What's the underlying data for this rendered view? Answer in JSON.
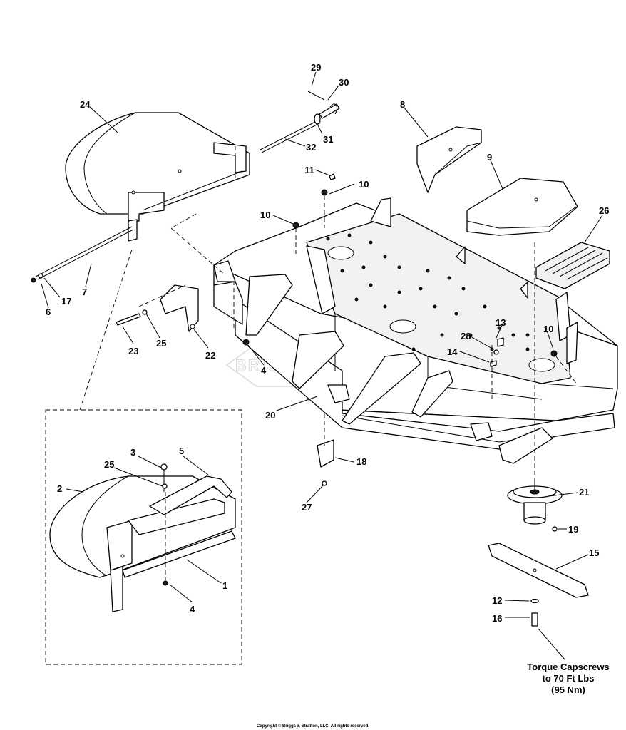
{
  "watermark": "BRIGGS & STRATTON",
  "callouts": [
    {
      "id": "c29",
      "label": "29"
    },
    {
      "id": "c30",
      "label": "30"
    },
    {
      "id": "c24",
      "label": "24"
    },
    {
      "id": "c8",
      "label": "8"
    },
    {
      "id": "c31",
      "label": "31"
    },
    {
      "id": "c32",
      "label": "32"
    },
    {
      "id": "c9",
      "label": "9"
    },
    {
      "id": "c11",
      "label": "11"
    },
    {
      "id": "c10a",
      "label": "10"
    },
    {
      "id": "c26",
      "label": "26"
    },
    {
      "id": "c10b",
      "label": "10"
    },
    {
      "id": "c17",
      "label": "17"
    },
    {
      "id": "c7",
      "label": "7"
    },
    {
      "id": "c6",
      "label": "6"
    },
    {
      "id": "c13",
      "label": "13"
    },
    {
      "id": "c10c",
      "label": "10"
    },
    {
      "id": "c28",
      "label": "28"
    },
    {
      "id": "c23",
      "label": "23"
    },
    {
      "id": "c25a",
      "label": "25"
    },
    {
      "id": "c22",
      "label": "22"
    },
    {
      "id": "c14",
      "label": "14"
    },
    {
      "id": "c4a",
      "label": "4"
    },
    {
      "id": "c20",
      "label": "20"
    },
    {
      "id": "c3",
      "label": "3"
    },
    {
      "id": "c5",
      "label": "5"
    },
    {
      "id": "c18",
      "label": "18"
    },
    {
      "id": "c25b",
      "label": "25"
    },
    {
      "id": "c2",
      "label": "2"
    },
    {
      "id": "c21",
      "label": "21"
    },
    {
      "id": "c27",
      "label": "27"
    },
    {
      "id": "c19",
      "label": "19"
    },
    {
      "id": "c15",
      "label": "15"
    },
    {
      "id": "c1",
      "label": "1"
    },
    {
      "id": "c12",
      "label": "12"
    },
    {
      "id": "c4b",
      "label": "4"
    },
    {
      "id": "c16",
      "label": "16"
    }
  ],
  "torque_note": [
    "Torque Capscrews",
    "to 70 Ft Lbs",
    "(95 Nm)"
  ],
  "copyright": "Copyright © Briggs & Stratton, LLC. All rights reserved."
}
